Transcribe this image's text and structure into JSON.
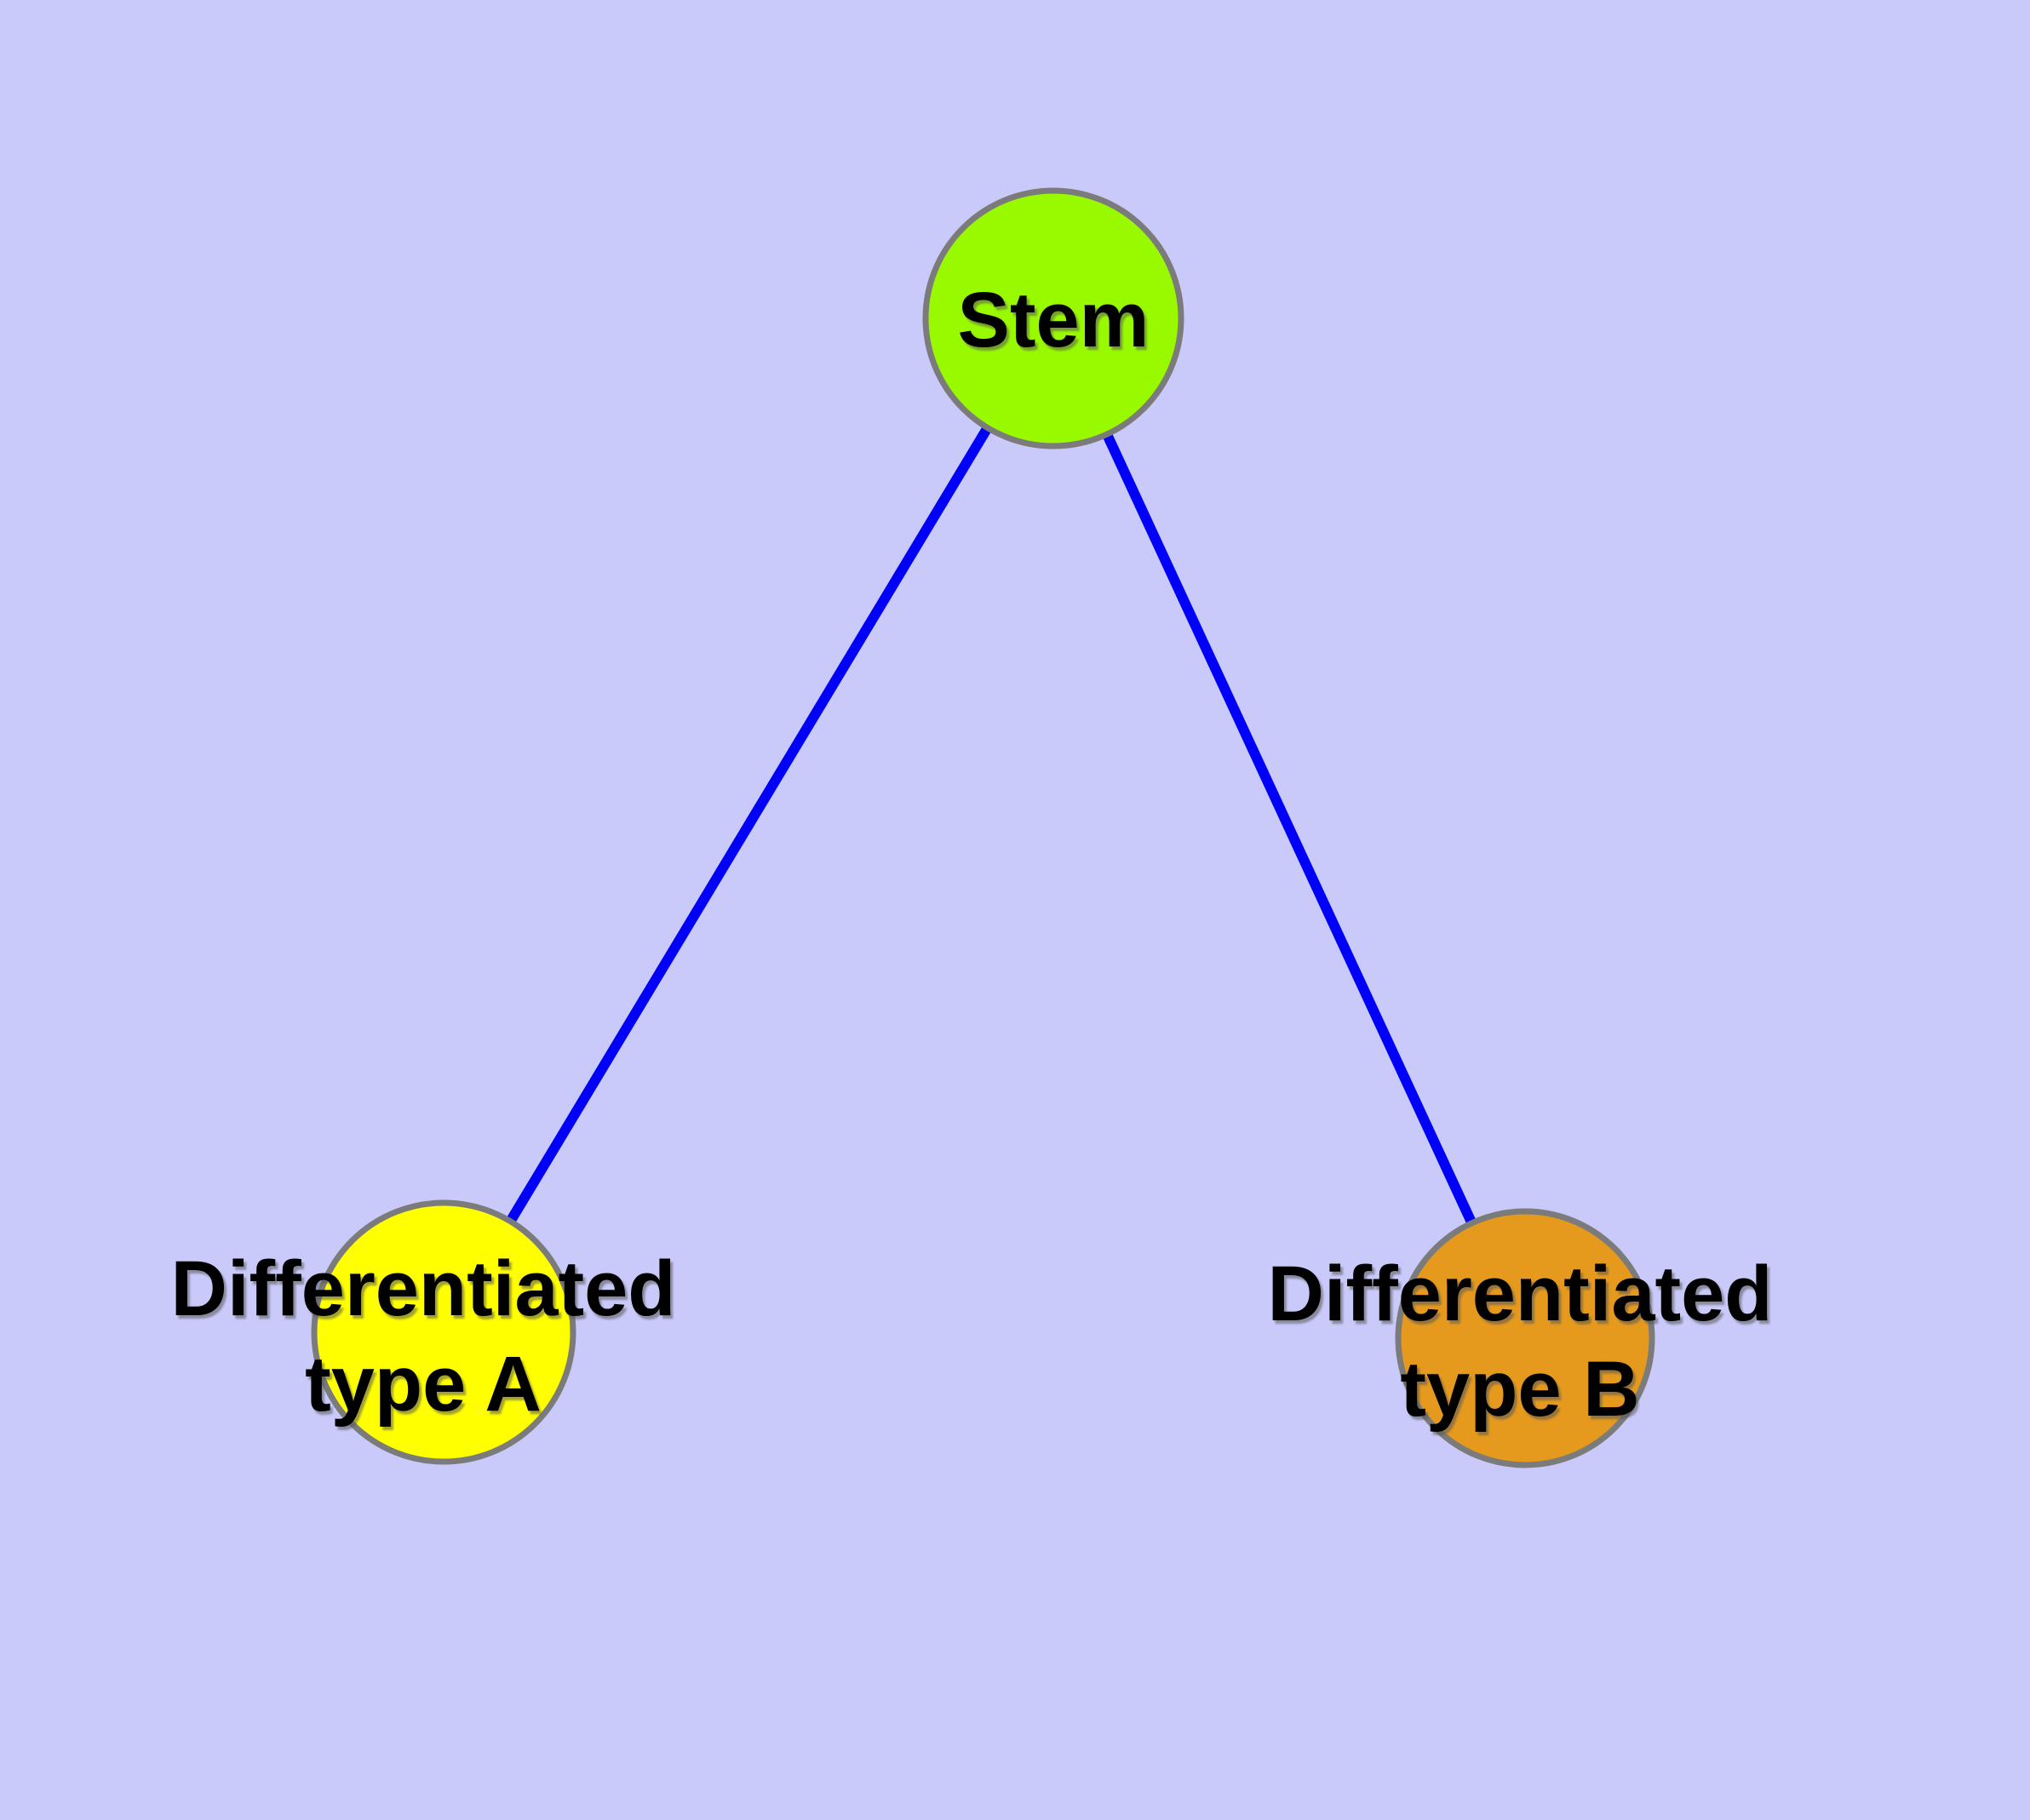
{
  "diagram": {
    "type": "node-link-graph",
    "description": "Stem cell differentiation tree: a stem node with two differentiated daughter cell types",
    "background_color": "#C9C9FA",
    "edge_color": "#0000FA",
    "node_border_color": "#7B7B7B",
    "label_color": "#000000",
    "nodes": {
      "stem": {
        "label": "Stem",
        "color": "#99FA00"
      },
      "type_a": {
        "label": "Differentiated\ntype A",
        "color": "#FFFF00"
      },
      "type_b": {
        "label": "Differentiated\ntype B",
        "color": "#E59A1E"
      }
    },
    "edges": [
      {
        "from": "Stem",
        "to": "Differentiated type A"
      },
      {
        "from": "Stem",
        "to": "Differentiated type B"
      }
    ]
  }
}
